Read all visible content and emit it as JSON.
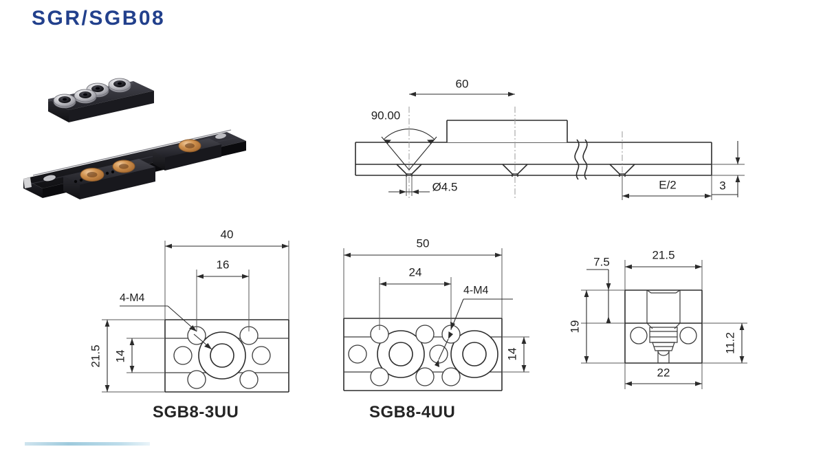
{
  "header": {
    "title": "SGR/SGB08"
  },
  "photo": {
    "alt_name": "linear-guide-rail-photo",
    "colors": {
      "body": "#16161a",
      "body_light": "#33333a",
      "bearing_ring": "#c9c9cc",
      "bearing_hub": "#1b1b1f",
      "copper_cap": "#c98a4b",
      "copper_cap_light": "#e0b183"
    }
  },
  "views": {
    "rail_side": {
      "name": "rail-side-view",
      "dimensions": {
        "length_60": "60",
        "angle_90": "90.00",
        "hole_dia": "Ø4.5",
        "pitch_half": "E/2",
        "thickness_3": "3"
      }
    },
    "block_3uu": {
      "name": "sgb8-3uu-view",
      "caption": "SGB8-3UU",
      "dimensions": {
        "width_40": "40",
        "bolt_span_16": "16",
        "height_21_5": "21.5",
        "inner_14": "14",
        "thread_note": "4-M4"
      }
    },
    "block_4uu": {
      "name": "sgb8-4uu-view",
      "caption": "SGB8-4UU",
      "dimensions": {
        "width_50": "50",
        "bolt_span_24": "24",
        "inner_14": "14",
        "thread_note": "4-M4"
      }
    },
    "section": {
      "name": "cross-section-view",
      "dimensions": {
        "offset_7_5": "7.5",
        "width_21_5": "21.5",
        "height_19": "19",
        "height_11_2": "11.2",
        "base_22": "22"
      }
    }
  },
  "accent": {
    "bar_color": "#9ecadd"
  }
}
